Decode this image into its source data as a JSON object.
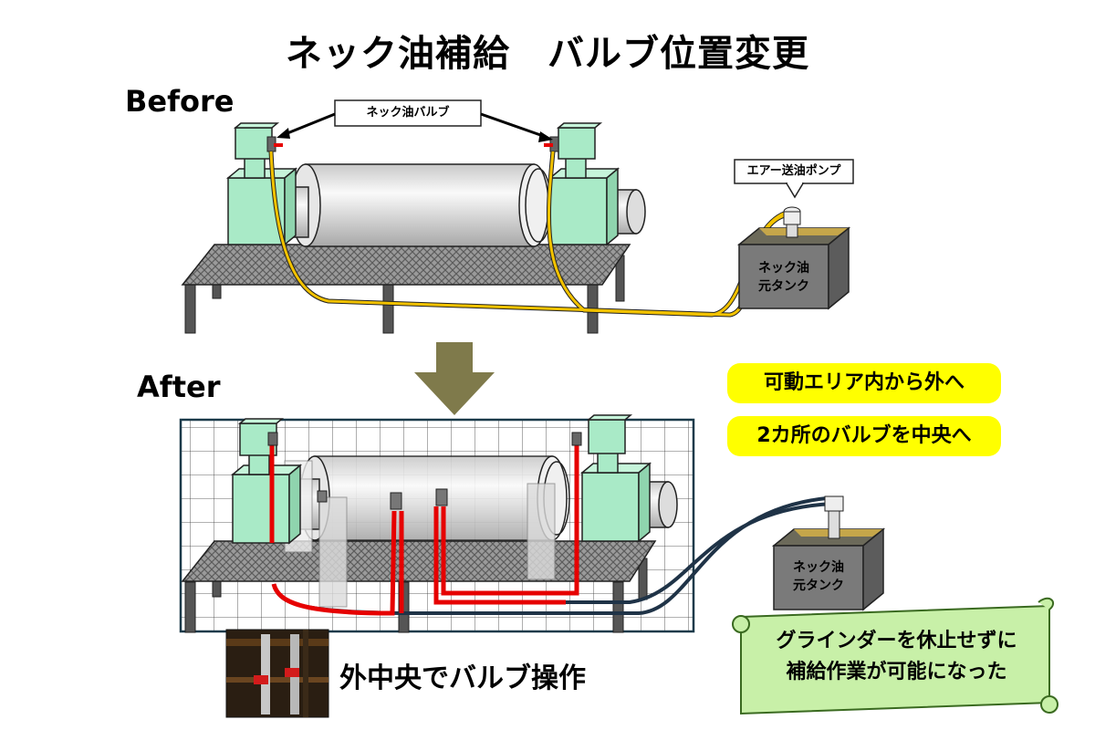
{
  "title": "ネック油補給　バルブ位置変更",
  "before": {
    "label": "Before",
    "valve_label": "ネック油バルブ",
    "pump_label": "エアー送油ポンプ",
    "tank_line1": "ネック油",
    "tank_line2": "元タンク"
  },
  "after": {
    "label": "After",
    "tank_line1": "ネック油",
    "tank_line2": "元タンク",
    "photo_caption": "外中央でバルブ操作",
    "callouts": [
      "可動エリア内から外へ",
      "2カ所のバルブを中央へ"
    ],
    "result_lines": [
      "グラインダーを休止せずに",
      "補給作業が可能になった"
    ]
  },
  "colors": {
    "machine_green": "#a9eac7",
    "oil_line_before": "#f2c200",
    "valve_line_after": "#e60000",
    "hose_after": "#1f3347",
    "arrow": "#7f7a4b",
    "highlight": "#ffff00",
    "scroll_fill": "#c8f0a8"
  }
}
